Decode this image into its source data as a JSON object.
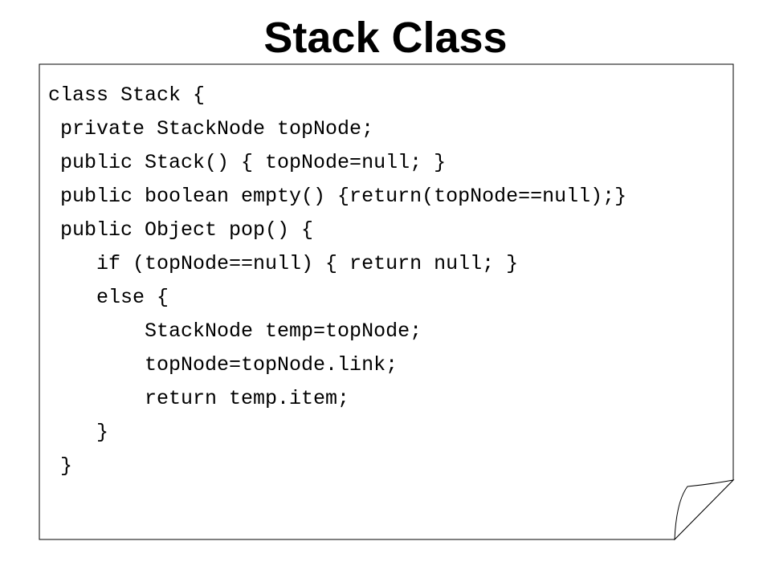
{
  "slide": {
    "title": "Stack Class"
  },
  "code": {
    "lines": [
      "class Stack {",
      " private StackNode topNode;",
      " public Stack() { topNode=null; }",
      " public boolean empty() {return(topNode==null);}",
      " public Object pop() {",
      "    if (topNode==null) { return null; }",
      "    else {",
      "        StackNode temp=topNode;",
      "        topNode=topNode.link;",
      "        return temp.item;",
      "    }",
      " }"
    ]
  },
  "colors": {
    "page_border": "#000000",
    "page_fill": "#ffffff",
    "curl_fill": "#ffffff"
  }
}
